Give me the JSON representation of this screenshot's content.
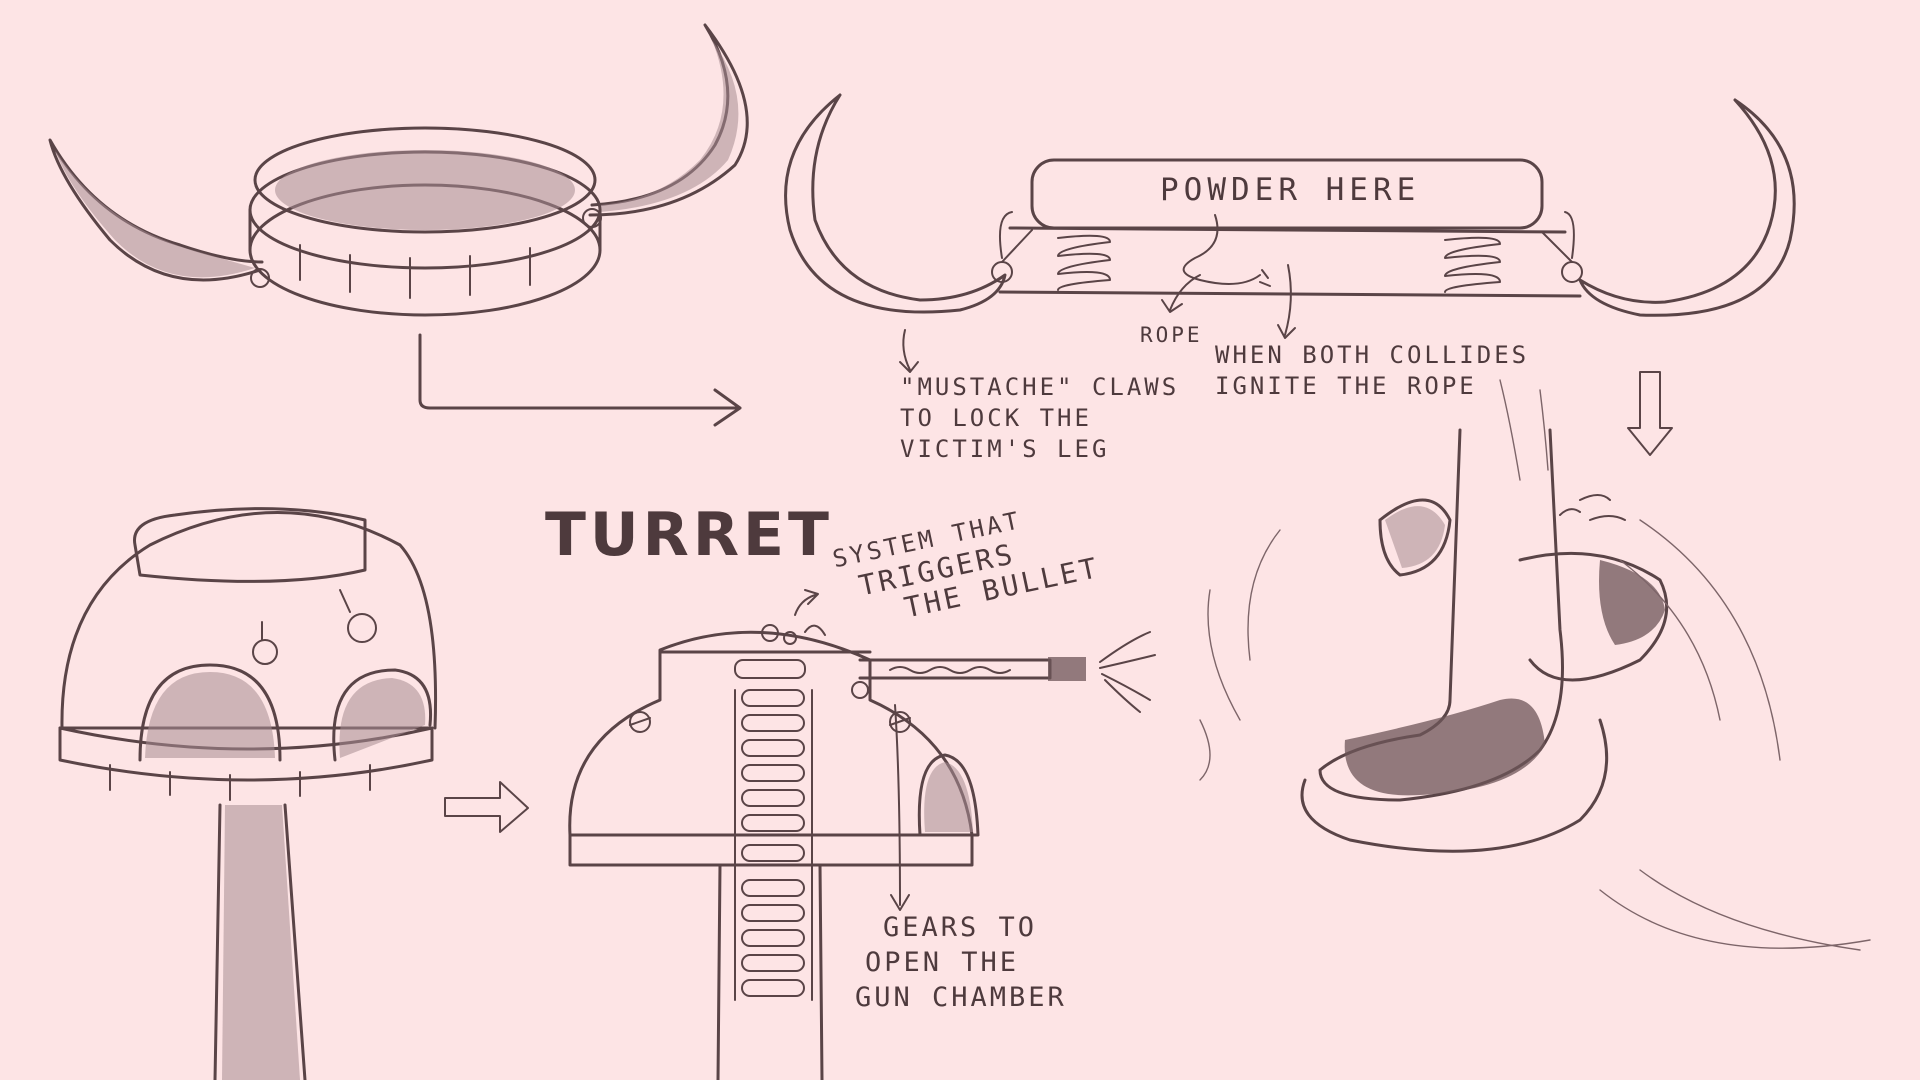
{
  "colors": {
    "background": "#fde4e5",
    "ink": "#5a4447",
    "shade": "#a88d91"
  },
  "labels": {
    "powder_here": "POWDER HERE",
    "rope": "ROPE",
    "mustache_claws": [
      "\"MUSTACHE\" CLAWS",
      "TO LOCK THE",
      "VICTIM'S LEG"
    ],
    "when_collides": [
      "WHEN BOTH COLLIDES",
      "IGNITE THE ROPE"
    ],
    "turret": "TURRET",
    "system_triggers": [
      "SYSTEM THAT",
      "TRIGGERS",
      "THE BULLET"
    ],
    "gears": [
      "GEARS TO",
      "OPEN THE",
      "GUN CHAMBER"
    ]
  }
}
